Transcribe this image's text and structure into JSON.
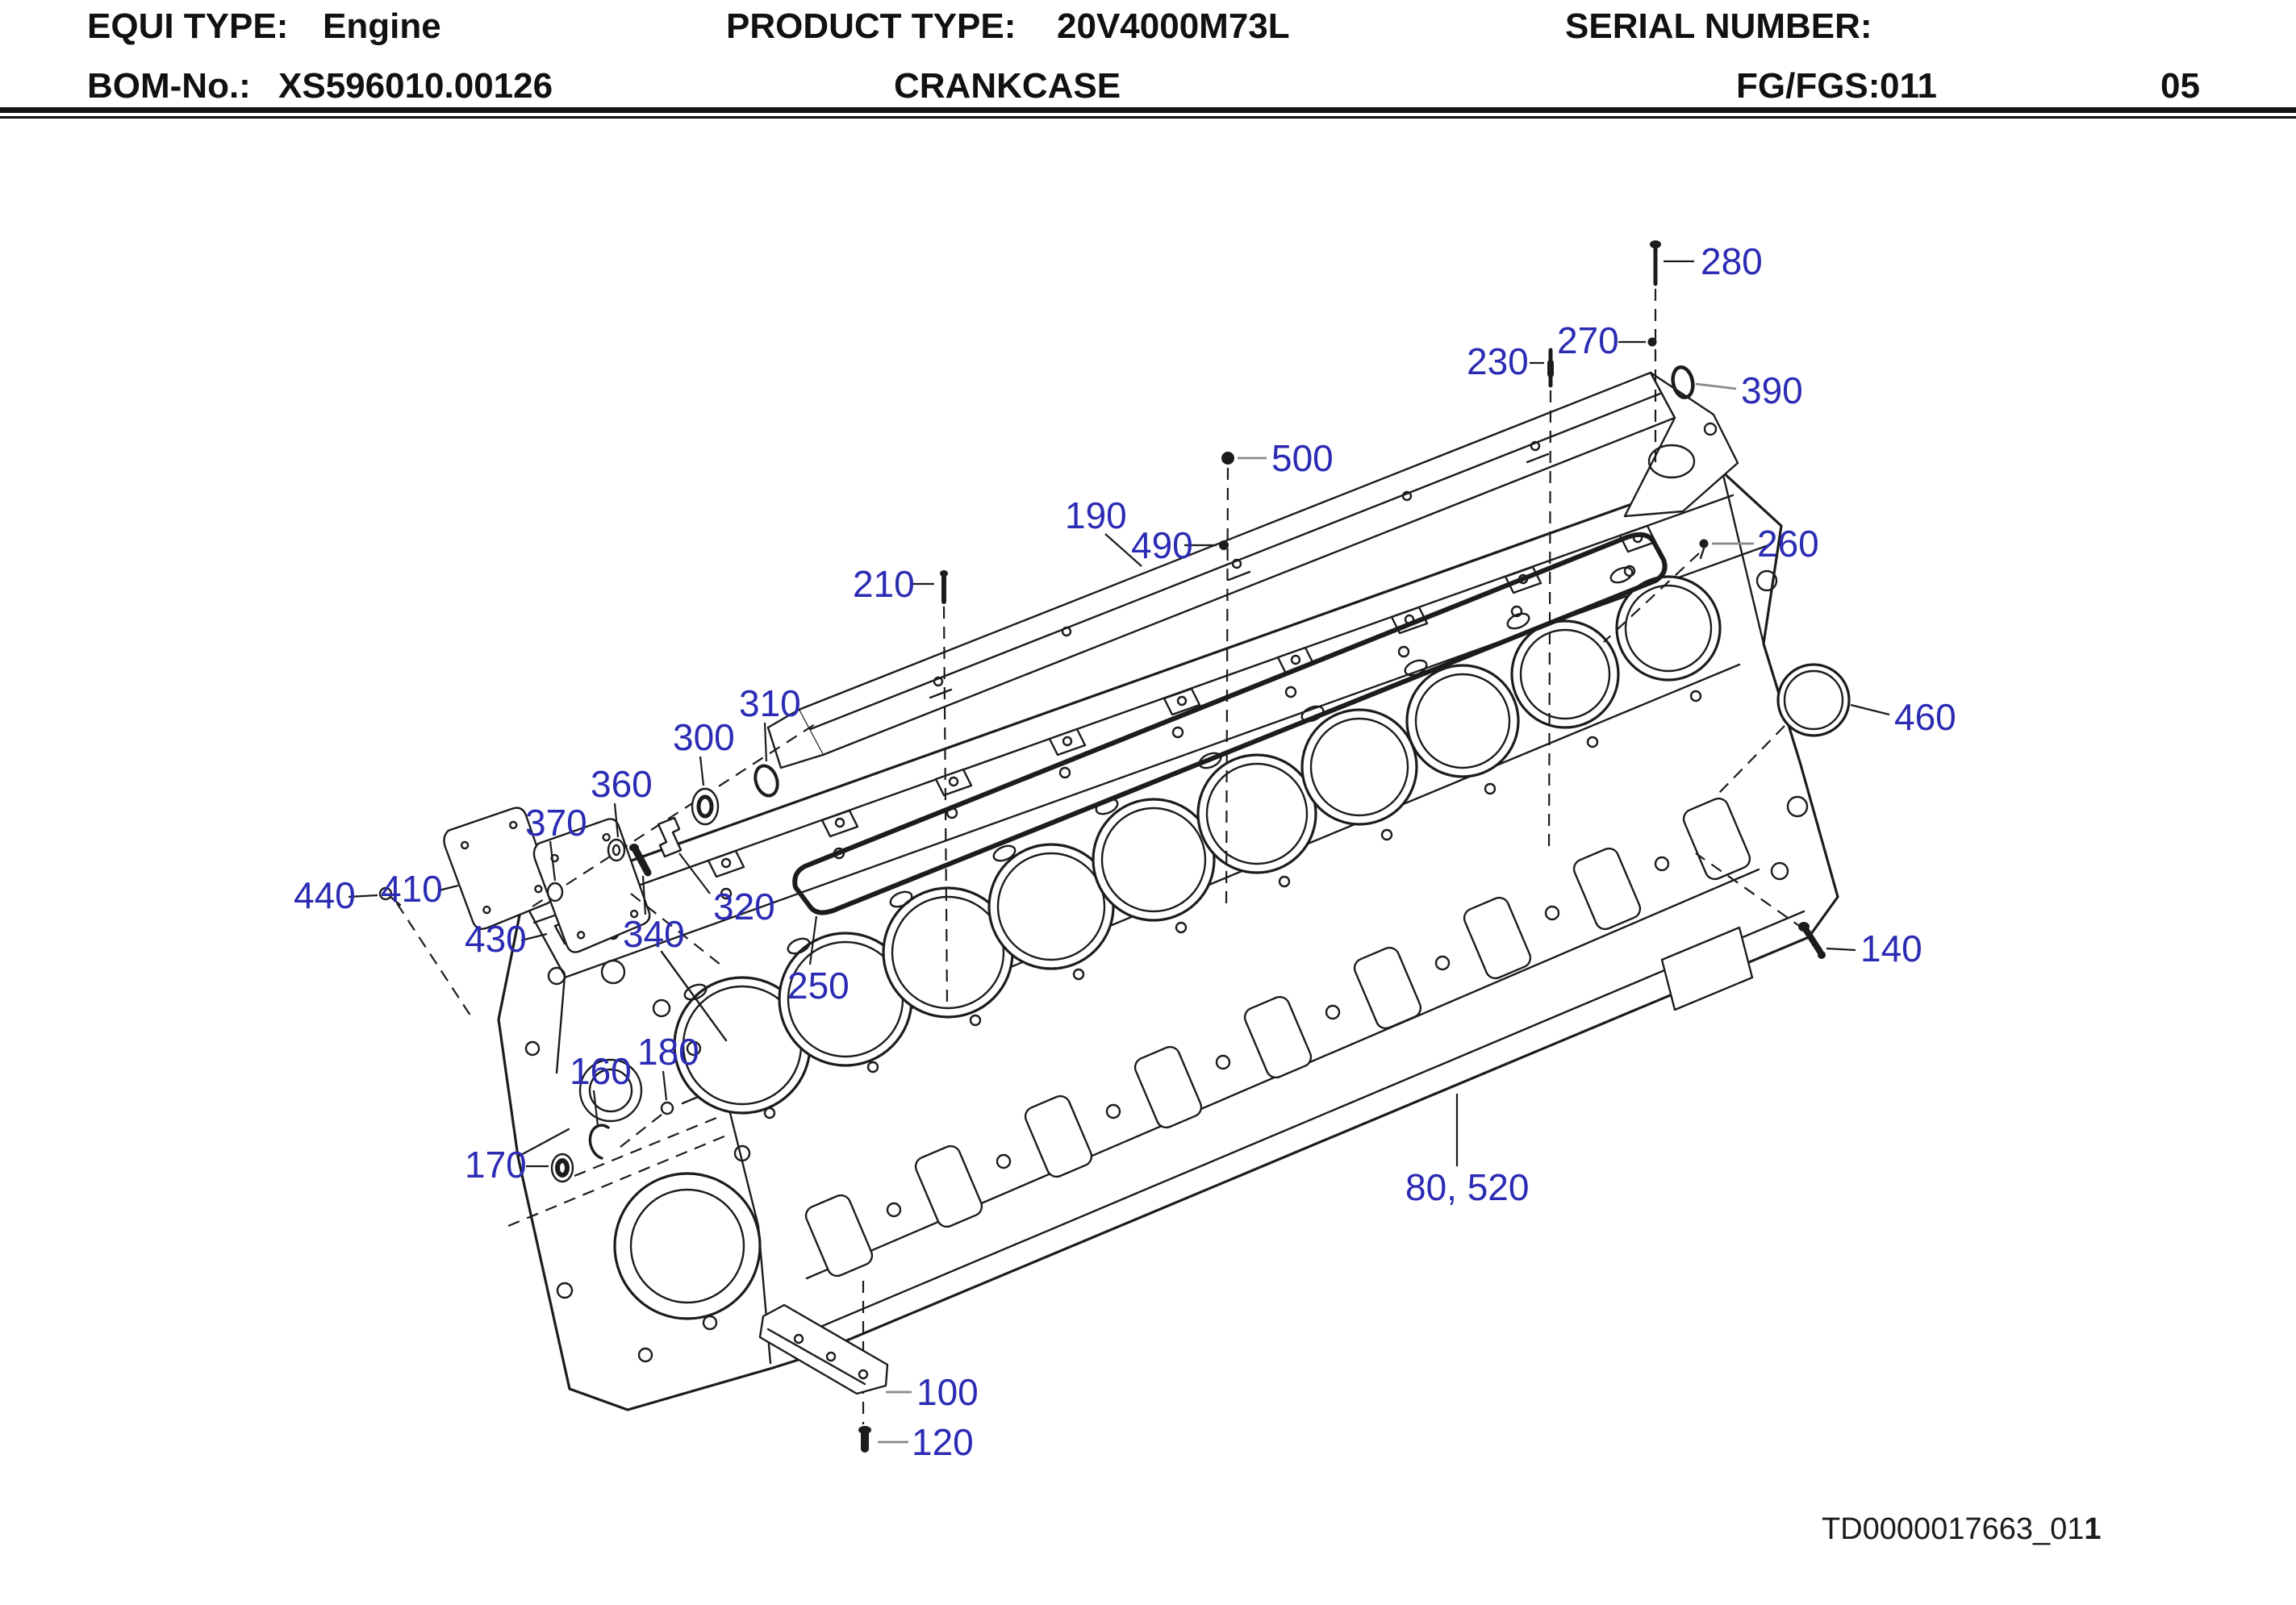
{
  "header": {
    "equi_type": {
      "label": "EQUI TYPE:",
      "value": "Engine"
    },
    "product_type": {
      "label": "PRODUCT TYPE:",
      "value": "20V4000M73L"
    },
    "serial_number": {
      "label": "SERIAL NUMBER:"
    },
    "bom_no": {
      "label": "BOM-No.:",
      "value": "XS596010.00126"
    },
    "product_name": "CRANKCASE",
    "fg_fgs": {
      "label": "FG/FGS:",
      "value": "011"
    },
    "sheet": "05"
  },
  "figure": {
    "doc_id": {
      "main": "TD0000017663_01",
      "bold": "1"
    },
    "colors": {
      "callout_blue": "#2b2bb4",
      "line_black": "#1c1c1c",
      "leader_gray": "#8a8a8a"
    },
    "callouts": [
      {
        "label": "280"
      },
      {
        "label": "270"
      },
      {
        "label": "390"
      },
      {
        "label": "230"
      },
      {
        "label": "500"
      },
      {
        "label": "490"
      },
      {
        "label": "190"
      },
      {
        "label": "260"
      },
      {
        "label": "210"
      },
      {
        "label": "310"
      },
      {
        "label": "300"
      },
      {
        "label": "360"
      },
      {
        "label": "370"
      },
      {
        "label": "440"
      },
      {
        "label": "320"
      },
      {
        "label": "340"
      },
      {
        "label": "410"
      },
      {
        "label": "430"
      },
      {
        "label": "250"
      },
      {
        "label": "460"
      },
      {
        "label": "140"
      },
      {
        "label": "160"
      },
      {
        "label": "180"
      },
      {
        "label": "170"
      },
      {
        "label": "100"
      },
      {
        "label": "120"
      },
      {
        "label": "80, 520"
      }
    ]
  }
}
